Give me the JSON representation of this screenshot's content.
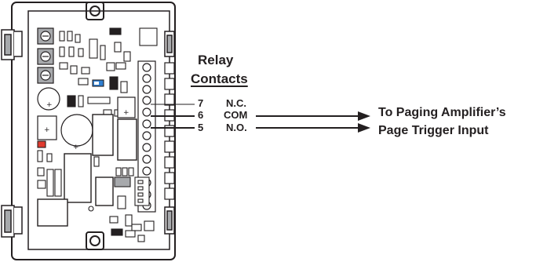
{
  "relay": {
    "title": "Relay",
    "subtitle": "Contacts"
  },
  "terminals": [
    {
      "number": "7",
      "label": "N.C."
    },
    {
      "number": "6",
      "label": "COM"
    },
    {
      "number": "5",
      "label": "N.O."
    }
  ],
  "destination": {
    "line1": "To Paging Amplifier’s",
    "line2": "Page Trigger Input"
  },
  "colors": {
    "ink": "#231f20",
    "board_fill": "#ffffff",
    "shade": "#a7a9ac",
    "led_red": "#e03a2f",
    "led_blue": "#2e7fd1"
  }
}
